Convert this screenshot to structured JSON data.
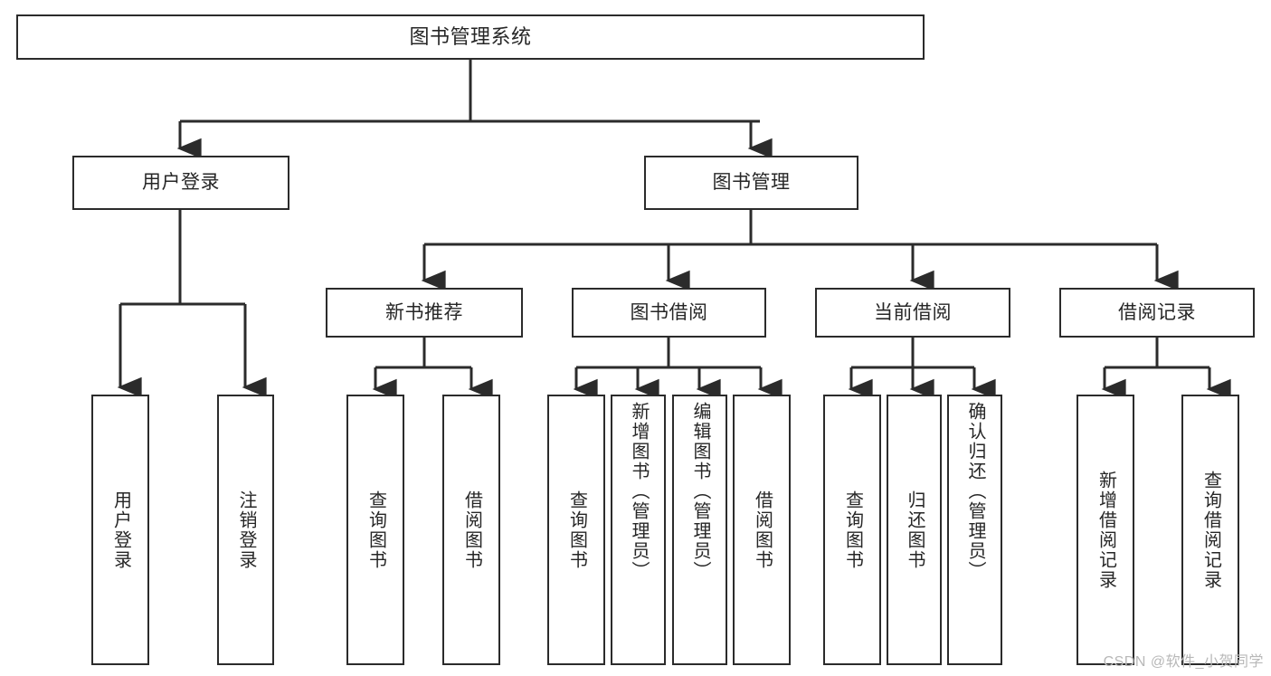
{
  "diagram": {
    "title": "图书管理系统",
    "watermark": "CSDN @软件_小贺同学",
    "colors": {
      "stroke": "#2b2b2b",
      "text": "#262626",
      "background": "#ffffff",
      "watermark": "#b8b8b8"
    },
    "nodes": {
      "root": {
        "label": "图书管理系统"
      },
      "level2": [
        {
          "label": "用户登录"
        },
        {
          "label": "图书管理"
        }
      ],
      "level3": [
        {
          "label": "新书推荐"
        },
        {
          "label": "图书借阅"
        },
        {
          "label": "当前借阅"
        },
        {
          "label": "借阅记录"
        }
      ],
      "leaves": {
        "user_login": [
          {
            "label": "用户登录"
          },
          {
            "label": "注销登录"
          }
        ],
        "new_book_recommend": [
          {
            "label": "查询图书"
          },
          {
            "label": "借阅图书"
          }
        ],
        "book_borrow": [
          {
            "label": "查询图书"
          },
          {
            "label": "新增图书（管理员）"
          },
          {
            "label": "编辑图书（管理员）"
          },
          {
            "label": "借阅图书"
          }
        ],
        "current_borrow": [
          {
            "label": "查询图书"
          },
          {
            "label": "归还图书"
          },
          {
            "label": "确认归还（管理员）"
          }
        ],
        "borrow_record": [
          {
            "label": "新增借阅记录"
          },
          {
            "label": "查询借阅记录"
          }
        ]
      }
    }
  }
}
